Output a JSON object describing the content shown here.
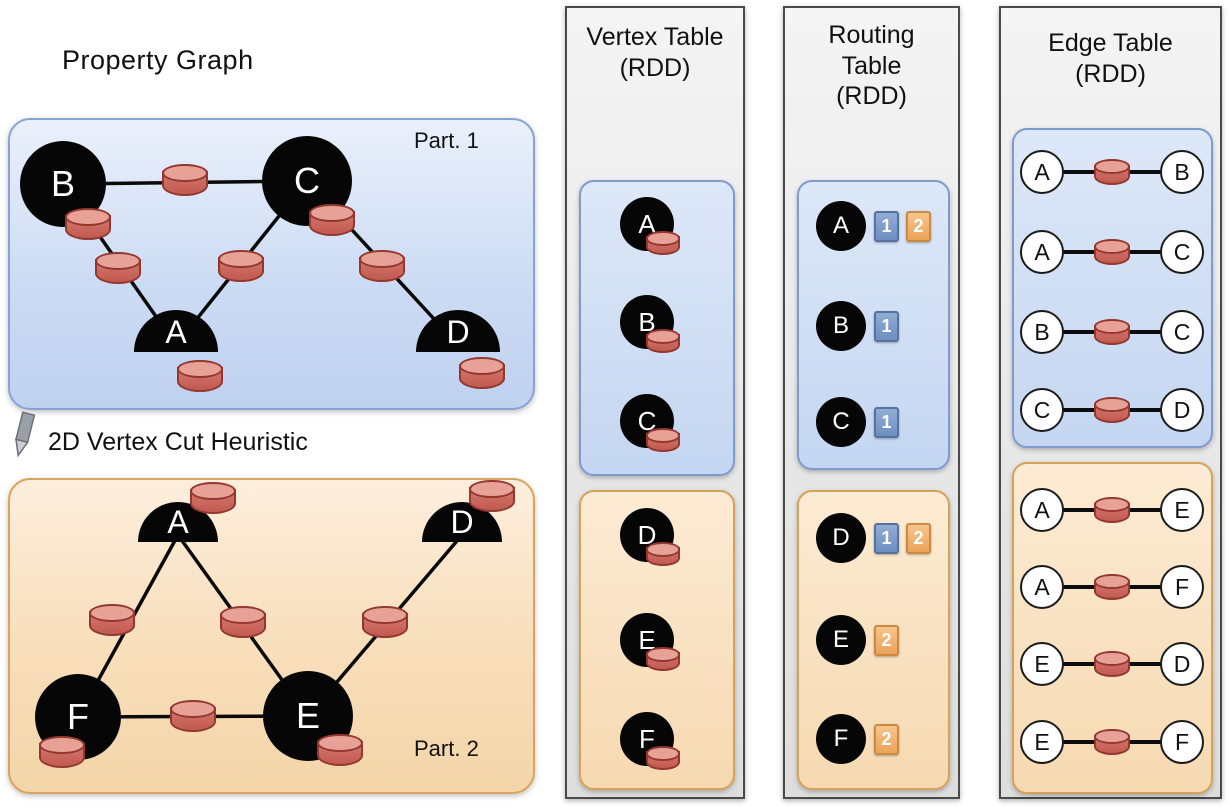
{
  "property_graph": {
    "title": "Property Graph",
    "heuristic_label": "2D Vertex Cut Heuristic",
    "partition1": {
      "label": "Part. 1",
      "vertices": [
        {
          "id": "B",
          "shape": "circle"
        },
        {
          "id": "C",
          "shape": "circle"
        },
        {
          "id": "A",
          "shape": "half-circle-cut"
        },
        {
          "id": "D",
          "shape": "half-circle-cut"
        }
      ],
      "edges": [
        "B-C",
        "B-A",
        "C-A",
        "C-D"
      ]
    },
    "partition2": {
      "label": "Part. 2",
      "vertices": [
        {
          "id": "A",
          "shape": "half-circle-cut"
        },
        {
          "id": "D",
          "shape": "half-circle-cut"
        },
        {
          "id": "F",
          "shape": "circle"
        },
        {
          "id": "E",
          "shape": "circle"
        }
      ],
      "edges": [
        "A-F",
        "A-E",
        "D-E",
        "F-E"
      ]
    }
  },
  "vertex_table": {
    "title_lines": [
      "Vertex Table",
      "(RDD)"
    ],
    "partition1": [
      "A",
      "B",
      "C"
    ],
    "partition2": [
      "D",
      "E",
      "F"
    ]
  },
  "routing_table": {
    "title_lines": [
      "Routing",
      "Table",
      "(RDD)"
    ],
    "partition1": [
      {
        "vertex": "A",
        "badges": [
          "1",
          "2"
        ]
      },
      {
        "vertex": "B",
        "badges": [
          "1"
        ]
      },
      {
        "vertex": "C",
        "badges": [
          "1"
        ]
      }
    ],
    "partition2": [
      {
        "vertex": "D",
        "badges": [
          "1",
          "2"
        ]
      },
      {
        "vertex": "E",
        "badges": [
          "2"
        ]
      },
      {
        "vertex": "F",
        "badges": [
          "2"
        ]
      }
    ]
  },
  "edge_table": {
    "title_lines": [
      "Edge Table",
      "(RDD)"
    ],
    "partition1": [
      {
        "src": "A",
        "dst": "B"
      },
      {
        "src": "A",
        "dst": "C"
      },
      {
        "src": "B",
        "dst": "C"
      },
      {
        "src": "C",
        "dst": "D"
      }
    ],
    "partition2": [
      {
        "src": "A",
        "dst": "E"
      },
      {
        "src": "A",
        "dst": "F"
      },
      {
        "src": "E",
        "dst": "D"
      },
      {
        "src": "E",
        "dst": "F"
      }
    ]
  },
  "colors": {
    "partition1_fill": "#cddcf4",
    "partition1_border": "#87a3d4",
    "partition2_fill": "#f8deba",
    "partition2_border": "#d5a45e",
    "column_fill": "#e9e9e9",
    "column_border": "#4a4a4a",
    "cylinder_fill": "#c86158",
    "cylinder_top": "#e7a197",
    "cylinder_border": "#93382f",
    "badge_blue": "#6e8ec0",
    "badge_orange": "#eca35a",
    "vertex_fill": "#060606"
  }
}
